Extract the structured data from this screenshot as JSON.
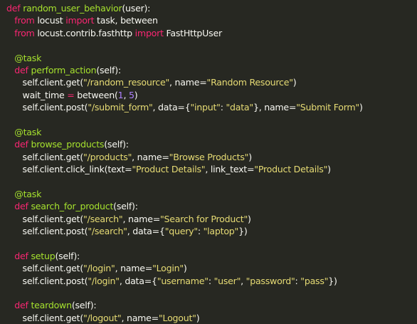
{
  "colors": {
    "background": "#272822",
    "text": "#f8f8f2",
    "keyword": "#f92672",
    "function_name": "#a6e22e",
    "decorator": "#a6e22e",
    "string": "#e6db74",
    "number": "#ae81ff",
    "builtin": "#66d9ef"
  },
  "code_lines": [
    [
      {
        "t": "keyword",
        "v": "def"
      },
      {
        "t": "text",
        "v": " "
      },
      {
        "t": "defname",
        "v": "random_user_behavior"
      },
      {
        "t": "text",
        "v": "(user):"
      }
    ],
    [
      {
        "t": "text",
        "v": "   "
      },
      {
        "t": "keyword",
        "v": "from"
      },
      {
        "t": "text",
        "v": " locust "
      },
      {
        "t": "keyword",
        "v": "import"
      },
      {
        "t": "text",
        "v": " task, between"
      }
    ],
    [
      {
        "t": "text",
        "v": "   "
      },
      {
        "t": "keyword",
        "v": "from"
      },
      {
        "t": "text",
        "v": " locust.contrib.fasthttp "
      },
      {
        "t": "keyword",
        "v": "import"
      },
      {
        "t": "text",
        "v": " FastHttpUser"
      }
    ],
    [],
    [
      {
        "t": "text",
        "v": "   "
      },
      {
        "t": "decorator",
        "v": "@task"
      }
    ],
    [
      {
        "t": "text",
        "v": "   "
      },
      {
        "t": "keyword",
        "v": "def"
      },
      {
        "t": "text",
        "v": " "
      },
      {
        "t": "defname",
        "v": "perform_action"
      },
      {
        "t": "text",
        "v": "(self):"
      }
    ],
    [
      {
        "t": "text",
        "v": "      self.client.get("
      },
      {
        "t": "string",
        "v": "\"/random_resource\""
      },
      {
        "t": "text",
        "v": ", name="
      },
      {
        "t": "string",
        "v": "\"Random Resource\""
      },
      {
        "t": "text",
        "v": ")"
      }
    ],
    [
      {
        "t": "text",
        "v": "      wait_time "
      },
      {
        "t": "keyword",
        "v": "="
      },
      {
        "t": "text",
        "v": " between("
      },
      {
        "t": "number",
        "v": "1"
      },
      {
        "t": "text",
        "v": ", "
      },
      {
        "t": "number",
        "v": "5"
      },
      {
        "t": "text",
        "v": ")"
      }
    ],
    [
      {
        "t": "text",
        "v": "      self.client.post("
      },
      {
        "t": "string",
        "v": "\"/submit_form\""
      },
      {
        "t": "text",
        "v": ", data={"
      },
      {
        "t": "string",
        "v": "\"input\""
      },
      {
        "t": "text",
        "v": ": "
      },
      {
        "t": "string",
        "v": "\"data\""
      },
      {
        "t": "text",
        "v": "}, name="
      },
      {
        "t": "string",
        "v": "\"Submit Form\""
      },
      {
        "t": "text",
        "v": ")"
      }
    ],
    [],
    [
      {
        "t": "text",
        "v": "   "
      },
      {
        "t": "decorator",
        "v": "@task"
      }
    ],
    [
      {
        "t": "text",
        "v": "   "
      },
      {
        "t": "keyword",
        "v": "def"
      },
      {
        "t": "text",
        "v": " "
      },
      {
        "t": "defname",
        "v": "browse_products"
      },
      {
        "t": "text",
        "v": "(self):"
      }
    ],
    [
      {
        "t": "text",
        "v": "      self.client.get("
      },
      {
        "t": "string",
        "v": "\"/products\""
      },
      {
        "t": "text",
        "v": ", name="
      },
      {
        "t": "string",
        "v": "\"Browse Products\""
      },
      {
        "t": "text",
        "v": ")"
      }
    ],
    [
      {
        "t": "text",
        "v": "      self.client.click_link(text="
      },
      {
        "t": "string",
        "v": "\"Product Details\""
      },
      {
        "t": "text",
        "v": ", link_text="
      },
      {
        "t": "string",
        "v": "\"Product Details\""
      },
      {
        "t": "text",
        "v": ")"
      }
    ],
    [],
    [
      {
        "t": "text",
        "v": "   "
      },
      {
        "t": "decorator",
        "v": "@task"
      }
    ],
    [
      {
        "t": "text",
        "v": "   "
      },
      {
        "t": "keyword",
        "v": "def"
      },
      {
        "t": "text",
        "v": " "
      },
      {
        "t": "defname",
        "v": "search_for_product"
      },
      {
        "t": "text",
        "v": "(self):"
      }
    ],
    [
      {
        "t": "text",
        "v": "      self.client.get("
      },
      {
        "t": "string",
        "v": "\"/search\""
      },
      {
        "t": "text",
        "v": ", name="
      },
      {
        "t": "string",
        "v": "\"Search for Product\""
      },
      {
        "t": "text",
        "v": ")"
      }
    ],
    [
      {
        "t": "text",
        "v": "      self.client.post("
      },
      {
        "t": "string",
        "v": "\"/search\""
      },
      {
        "t": "text",
        "v": ", data={"
      },
      {
        "t": "string",
        "v": "\"query\""
      },
      {
        "t": "text",
        "v": ": "
      },
      {
        "t": "string",
        "v": "\"laptop\""
      },
      {
        "t": "text",
        "v": "})"
      }
    ],
    [],
    [
      {
        "t": "text",
        "v": "   "
      },
      {
        "t": "keyword",
        "v": "def"
      },
      {
        "t": "text",
        "v": " "
      },
      {
        "t": "defname",
        "v": "setup"
      },
      {
        "t": "text",
        "v": "(self):"
      }
    ],
    [
      {
        "t": "text",
        "v": "      self.client.get("
      },
      {
        "t": "string",
        "v": "\"/login\""
      },
      {
        "t": "text",
        "v": ", name="
      },
      {
        "t": "string",
        "v": "\"Login\""
      },
      {
        "t": "text",
        "v": ")"
      }
    ],
    [
      {
        "t": "text",
        "v": "      self.client.post("
      },
      {
        "t": "string",
        "v": "\"/login\""
      },
      {
        "t": "text",
        "v": ", data={"
      },
      {
        "t": "string",
        "v": "\"username\""
      },
      {
        "t": "text",
        "v": ": "
      },
      {
        "t": "string",
        "v": "\"user\""
      },
      {
        "t": "text",
        "v": ", "
      },
      {
        "t": "string",
        "v": "\"password\""
      },
      {
        "t": "text",
        "v": ": "
      },
      {
        "t": "string",
        "v": "\"pass\""
      },
      {
        "t": "text",
        "v": "})"
      }
    ],
    [],
    [
      {
        "t": "text",
        "v": "   "
      },
      {
        "t": "keyword",
        "v": "def"
      },
      {
        "t": "text",
        "v": " "
      },
      {
        "t": "defname",
        "v": "teardown"
      },
      {
        "t": "text",
        "v": "(self):"
      }
    ],
    [
      {
        "t": "text",
        "v": "      self.client.get("
      },
      {
        "t": "string",
        "v": "\"/logout\""
      },
      {
        "t": "text",
        "v": ", name="
      },
      {
        "t": "string",
        "v": "\"Logout\""
      },
      {
        "t": "text",
        "v": ")"
      }
    ]
  ]
}
